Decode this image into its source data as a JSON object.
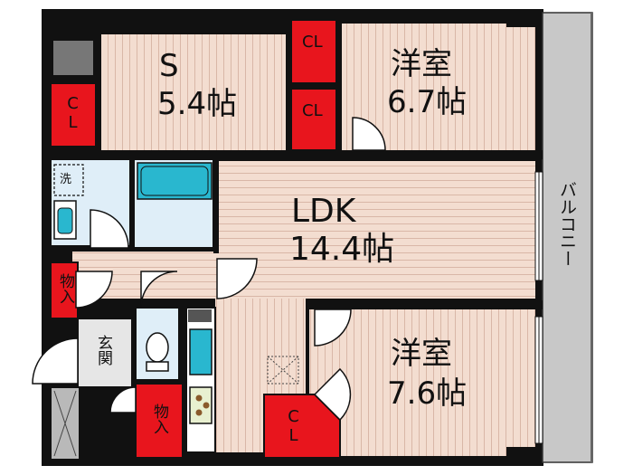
{
  "rooms": {
    "s": {
      "name": "S",
      "size": "5.4帖"
    },
    "yoshitsu_top": {
      "name": "洋室",
      "size": "6.7帖"
    },
    "ldk": {
      "name": "LDK",
      "size": "14.4帖"
    },
    "yoshitsu_bottom": {
      "name": "洋室",
      "size": "7.6帖"
    }
  },
  "closets": {
    "left": "CL",
    "top_a": "CL",
    "top_b": "CL",
    "bottom": "CL"
  },
  "storage": {
    "left": "物入",
    "bottom": "物入"
  },
  "entrance": "玄関",
  "laundry": "洗",
  "balcony": "バルコニー",
  "colors": {
    "wall": "#111111",
    "floor": "#f3ddd0",
    "floor_line": "#d9b7a7",
    "closet": "#e8151d",
    "bath": "#29b7cf",
    "wet_area": "#dfeef8",
    "balcony": "#c8c8c8",
    "entrance_floor": "#dcdcdc"
  }
}
